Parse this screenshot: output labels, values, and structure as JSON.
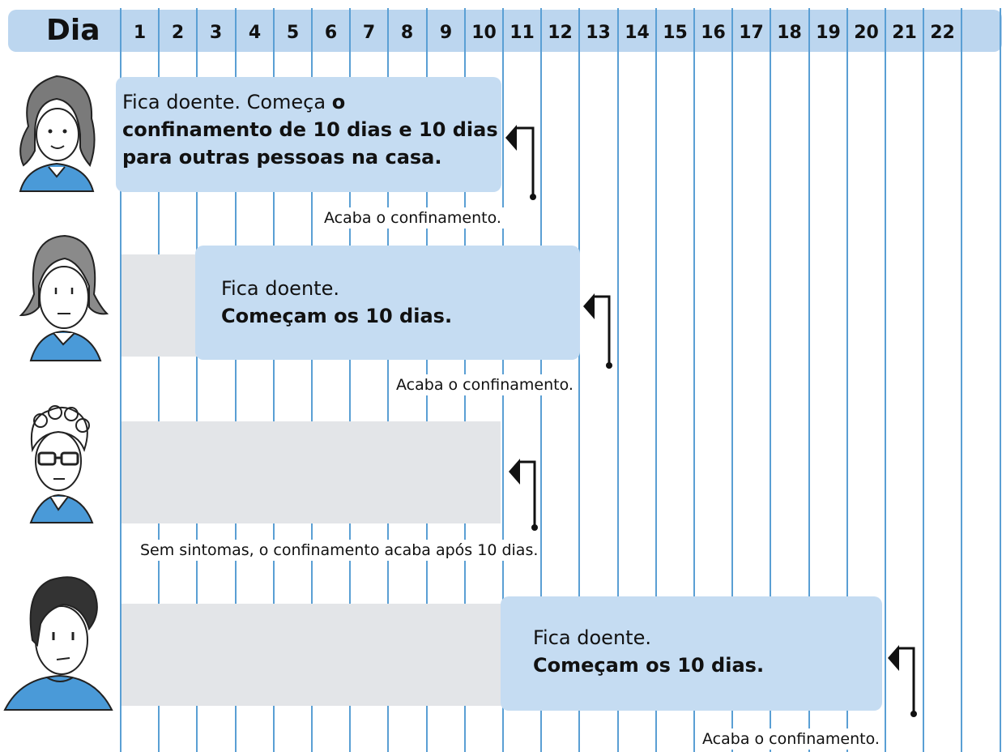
{
  "header": {
    "label": "Dia",
    "days": [
      "1",
      "2",
      "3",
      "4",
      "5",
      "6",
      "7",
      "8",
      "9",
      "10",
      "11",
      "12",
      "13",
      "14",
      "15",
      "16",
      "17",
      "18",
      "19",
      "20",
      "21",
      "22"
    ]
  },
  "rows": [
    {
      "person": "woman-curly-hair-icon",
      "text_plain": "Fica doente. Começa ",
      "text_bold_a": "o",
      "text_bold_b": "confinamento de 10 dias e 10 dias para outras pessoas na casa.",
      "note": "Acaba o confinamento."
    },
    {
      "person": "woman-straight-hair-icon",
      "text_line1": "Fica doente.",
      "text_line2": "Começam os 10 dias.",
      "note": "Acaba o confinamento."
    },
    {
      "person": "man-glasses-icon",
      "note": "Sem sintomas, o confinamento acaba após 10 dias."
    },
    {
      "person": "man-short-hair-icon",
      "text_line1": "Fica doente.",
      "text_line2": "Começam os 10 dias.",
      "note": "Acaba o confinamento."
    }
  ],
  "colors": {
    "header": "#bcd6ef",
    "box": "#c5dcf2",
    "band": "#e3e5e8",
    "gridline": "#5a9fd4",
    "shirt": "#4a9ad8"
  }
}
